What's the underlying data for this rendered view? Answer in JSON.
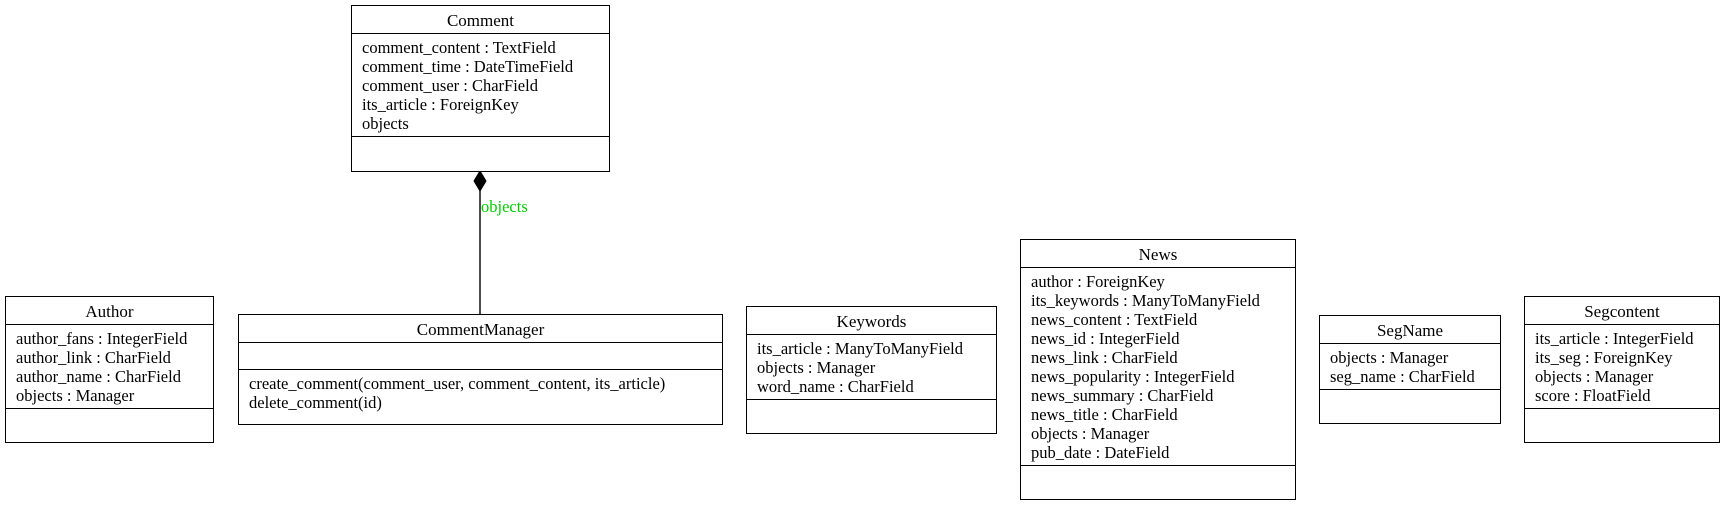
{
  "classes": {
    "comment": {
      "name": "Comment",
      "attributes": [
        "comment_content : TextField",
        "comment_time : DateTimeField",
        "comment_user : CharField",
        "its_article : ForeignKey",
        "objects"
      ],
      "operations": []
    },
    "author": {
      "name": "Author",
      "attributes": [
        "author_fans : IntegerField",
        "author_link : CharField",
        "author_name : CharField",
        "objects : Manager"
      ],
      "operations": []
    },
    "comment_manager": {
      "name": "CommentManager",
      "attributes": [],
      "operations": [
        "create_comment(comment_user, comment_content, its_article)",
        "delete_comment(id)"
      ]
    },
    "keywords": {
      "name": "Keywords",
      "attributes": [
        "its_article : ManyToManyField",
        "objects : Manager",
        "word_name : CharField"
      ],
      "operations": []
    },
    "news": {
      "name": "News",
      "attributes": [
        "author : ForeignKey",
        "its_keywords : ManyToManyField",
        "news_content : TextField",
        "news_id : IntegerField",
        "news_link : CharField",
        "news_popularity : IntegerField",
        "news_summary : CharField",
        "news_title : CharField",
        "objects : Manager",
        "pub_date : DateField"
      ],
      "operations": []
    },
    "segname": {
      "name": "SegName",
      "attributes": [
        "objects : Manager",
        "seg_name : CharField"
      ],
      "operations": []
    },
    "segcontent": {
      "name": "Segcontent",
      "attributes": [
        "its_article : IntegerField",
        "its_seg : ForeignKey",
        "objects : Manager",
        "score : FloatField"
      ],
      "operations": []
    }
  },
  "relations": {
    "comment_objects": {
      "from": "CommentManager",
      "to": "Comment",
      "kind": "composition",
      "label": "objects",
      "label_color": "#00cc00"
    }
  }
}
